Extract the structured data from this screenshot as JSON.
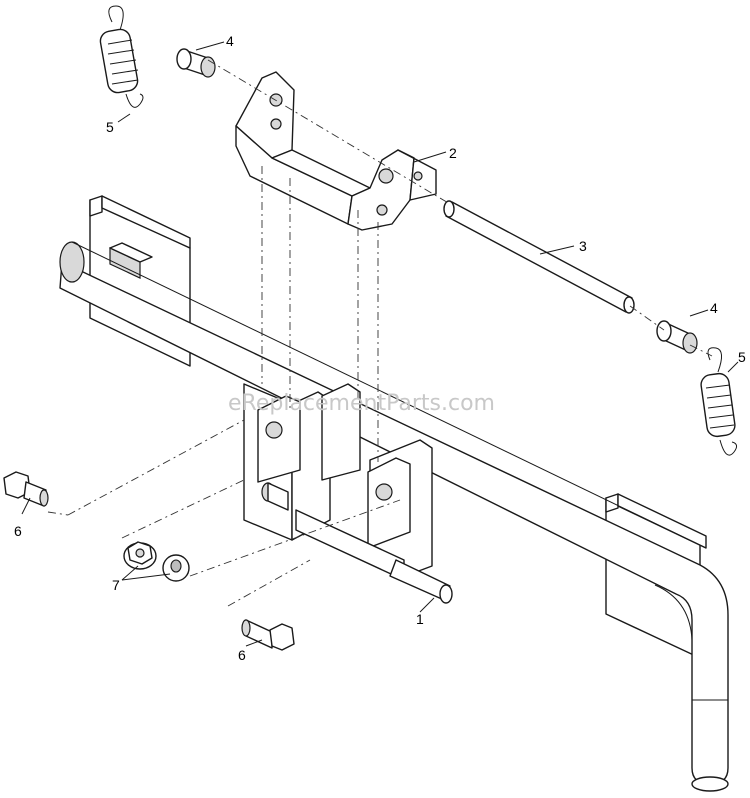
{
  "watermark": "eReplacementParts.com",
  "callouts": {
    "c1": "1",
    "c2": "2",
    "c3": "3",
    "c4a": "4",
    "c4b": "4",
    "c5a": "5",
    "c5b": "5",
    "c6a": "6",
    "c6b": "6",
    "c7": "7"
  }
}
